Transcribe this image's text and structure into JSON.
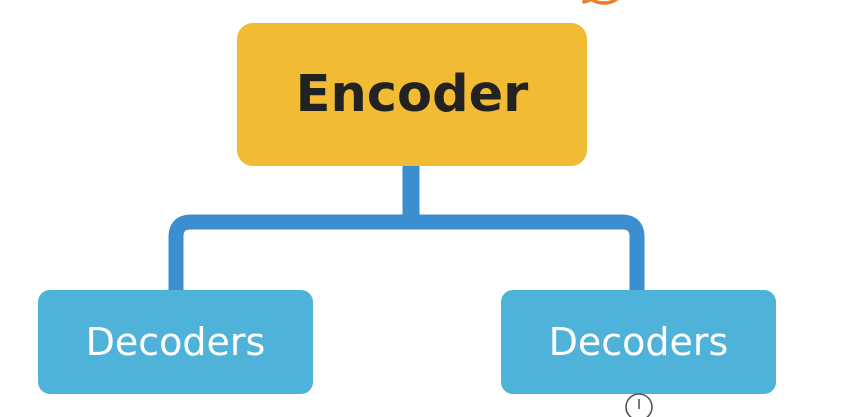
{
  "diagram": {
    "root": {
      "label": "Encoder"
    },
    "children": [
      {
        "label": "Decoders"
      },
      {
        "label": "Decoders"
      }
    ]
  },
  "colors": {
    "encoder_fill": "#f2bb34",
    "decoder_fill": "#4fb3d9",
    "connector": "#3b8fd1",
    "badge_accent": "#f07c24"
  },
  "icons": {
    "top_right": "speech-bubble-icon",
    "bottom": "info-circle-icon"
  }
}
